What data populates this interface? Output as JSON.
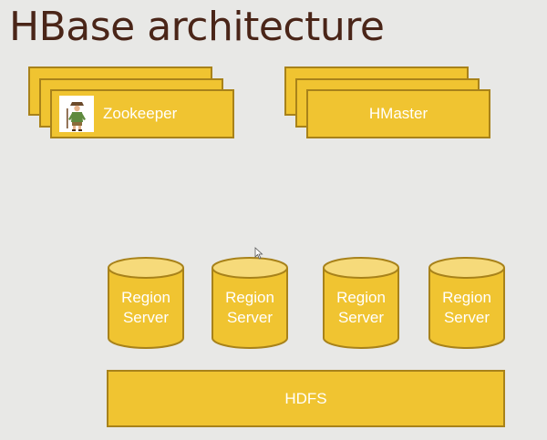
{
  "slide": {
    "title": "HBase architecture"
  },
  "zookeeper": {
    "label": "Zookeeper",
    "icon": "zookeeper-figure-icon"
  },
  "hmaster": {
    "label": "HMaster"
  },
  "region_servers": [
    {
      "line1": "Region",
      "line2": "Server"
    },
    {
      "line1": "Region",
      "line2": "Server"
    },
    {
      "line1": "Region",
      "line2": "Server"
    },
    {
      "line1": "Region",
      "line2": "Server"
    }
  ],
  "hdfs": {
    "label": "HDFS"
  },
  "colors": {
    "background": "#e8e8e6",
    "title": "#4a2518",
    "box_fill": "#f0c431",
    "box_border": "#a8821a",
    "cylinder_top": "#f6da7a",
    "text": "#ffffff"
  }
}
